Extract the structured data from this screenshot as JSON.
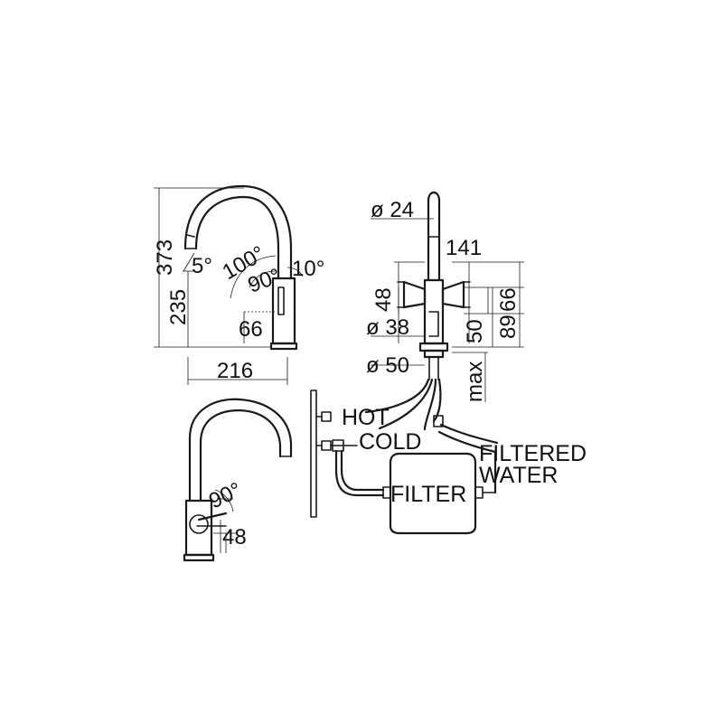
{
  "side_view": {
    "dim_373": "373",
    "dim_235": "235",
    "dim_216": "216",
    "dim_66": "66",
    "angle_5": "5°",
    "angle_100": "100°",
    "angle_90": "90°",
    "angle_10": "10°"
  },
  "front_view": {
    "dim_d24": "ø 24",
    "dim_141": "141",
    "dim_48": "48",
    "dim_66": "66",
    "dim_89": "89",
    "dim_d38": "ø 38",
    "dim_50": "50",
    "dim_d50": "ø 50",
    "dim_max": "max"
  },
  "top_view": {
    "angle_90": "90°",
    "dim_48": "48"
  },
  "install": {
    "hot_label": "HOT",
    "cold_label": "COLD",
    "filter_label": "FILTER",
    "filtered_line1": "FILTERED",
    "filtered_line2": "WATER"
  }
}
